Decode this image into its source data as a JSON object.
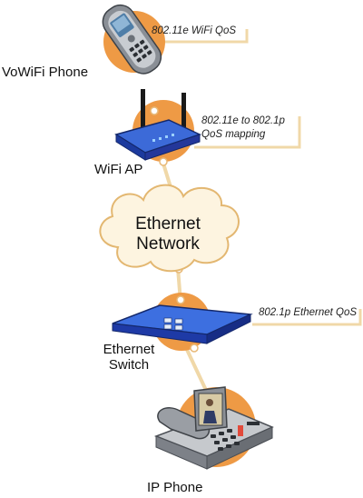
{
  "colors": {
    "accent_orange": "#ee9a45",
    "connector": "#f0d8a8",
    "device_blue": "#1f3fb3",
    "cloud_fill": "#fdf4e0"
  },
  "nodes": {
    "vowifi_phone": "VoWiFi Phone",
    "wifi_ap": "WiFi AP",
    "ethernet_network_line1": "Ethernet",
    "ethernet_network_line2": "Network",
    "ethernet_switch_line1": "Ethernet",
    "ethernet_switch_line2": "Switch",
    "ip_phone": "IP Phone"
  },
  "annotations": {
    "wifi_qos": "802.11e WiFi QoS",
    "mapping_line1": "802.11e to 802.1p",
    "mapping_line2": "QoS mapping",
    "ethernet_qos": "802.1p Ethernet QoS"
  },
  "icons": [
    "mobile-phone-icon",
    "wifi-router-icon",
    "cloud-icon",
    "network-switch-icon",
    "desk-ip-phone-icon"
  ]
}
